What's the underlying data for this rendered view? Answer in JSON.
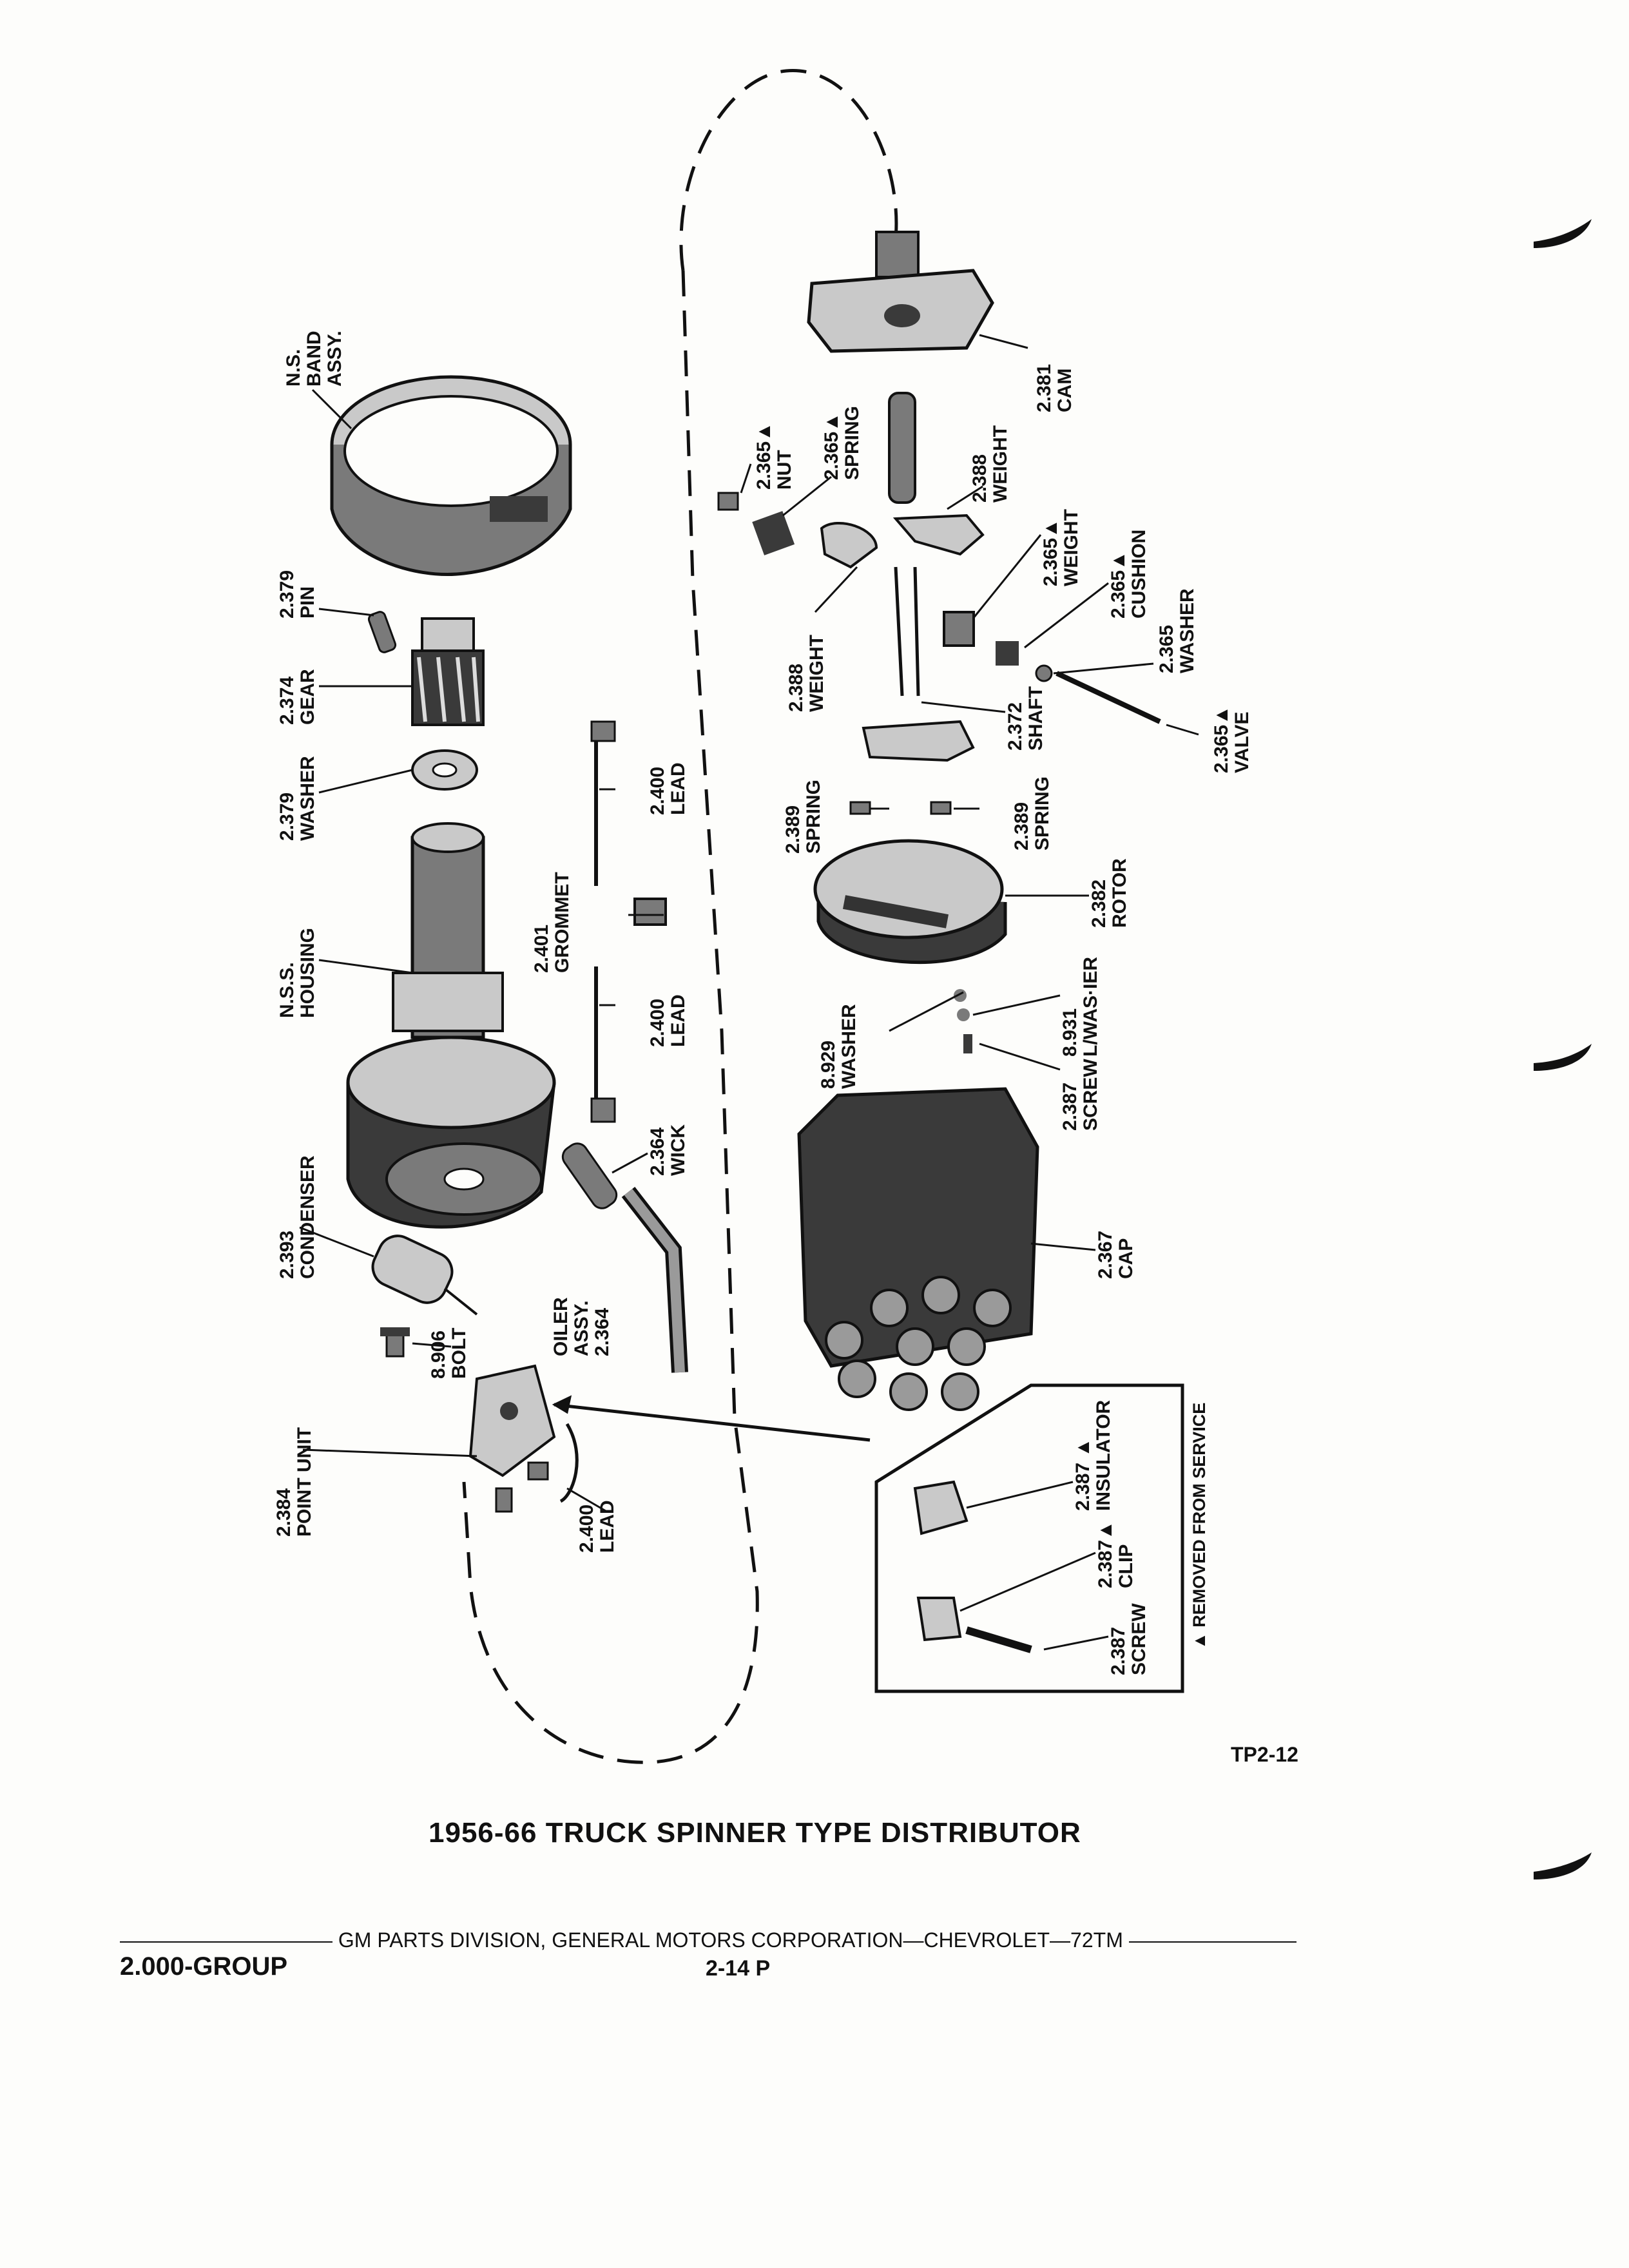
{
  "document": {
    "title": "1956-66 TRUCK SPINNER TYPE DISTRIBUTOR",
    "figure_code": "TP2-12",
    "footer": {
      "publisher_line": "GM PARTS DIVISION, GENERAL MOTORS CORPORATION—CHEVROLET—72TM",
      "group": "2.000-GROUP",
      "page": "2-14 P"
    }
  },
  "callouts": {
    "band": {
      "line1": "N.S.",
      "line2": "BAND",
      "line3": "ASSY."
    },
    "pin": {
      "line1": "2.379",
      "line2": "PIN"
    },
    "gear": {
      "line1": "2.374",
      "line2": "GEAR"
    },
    "washer_gear": {
      "line1": "2.379",
      "line2": "WASHER"
    },
    "housing": {
      "line1": "N.S.S.",
      "line2": "HOUSING"
    },
    "condenser": {
      "line1": "2.393",
      "line2": "CONDENSER"
    },
    "bolt": {
      "line1": "8.906",
      "line2": "BOLT"
    },
    "point_unit": {
      "line1": "2.384",
      "line2": "POINT UNIT"
    },
    "lead_point": {
      "line1": "2.400",
      "line2": "LEAD"
    },
    "lead_upper": {
      "line1": "2.400",
      "line2": "LEAD"
    },
    "grommet": {
      "line1": "2.401",
      "line2": "GROMMET"
    },
    "lead_lower": {
      "line1": "2.400",
      "line2": "LEAD"
    },
    "wick": {
      "line1": "2.364",
      "line2": "WICK"
    },
    "oiler": {
      "line1": "OILER",
      "line2": "ASSY.",
      "line3": "2.364"
    },
    "nut": {
      "line1": "2.365▲",
      "line2": "NUT"
    },
    "spring_top": {
      "line1": "2.365▲",
      "line2": "SPRING"
    },
    "weight_top": {
      "line1": "2.388",
      "line2": "WEIGHT"
    },
    "cam": {
      "line1": "2.381",
      "line2": "CAM"
    },
    "weight_left": {
      "line1": "2.388",
      "line2": "WEIGHT"
    },
    "weight_right": {
      "line1": "2.365▲",
      "line2": "WEIGHT"
    },
    "cushion": {
      "line1": "2.365▲",
      "line2": "CUSHION"
    },
    "washer_valve": {
      "line1": "2.365",
      "line2": "WASHER"
    },
    "valve": {
      "line1": "2.365▲",
      "line2": "VALVE"
    },
    "shaft": {
      "line1": "2.372",
      "line2": "SHAFT"
    },
    "spring_left": {
      "line1": "2.389",
      "line2": "SPRING"
    },
    "spring_right": {
      "line1": "2.389",
      "line2": "SPRING"
    },
    "rotor": {
      "line1": "2.382",
      "line2": "ROTOR"
    },
    "washer_rotor": {
      "line1": "8.929",
      "line2": "WASHER"
    },
    "lwasher": {
      "line1": "8.931",
      "line2": "L/WAS·IER"
    },
    "screw_rotor": {
      "line1": "2.387",
      "line2": "SCREW"
    },
    "cap": {
      "line1": "2.367",
      "line2": "CAP"
    },
    "insulator": {
      "line1": "2.387 ▲",
      "line2": "INSULATOR"
    },
    "clip": {
      "line1": "2.387▲",
      "line2": "CLIP"
    },
    "screw_inset": {
      "line1": "2.387",
      "line2": "SCREW"
    },
    "removed_note": {
      "line1": "▲ REMOVED FROM SERVICE"
    }
  }
}
